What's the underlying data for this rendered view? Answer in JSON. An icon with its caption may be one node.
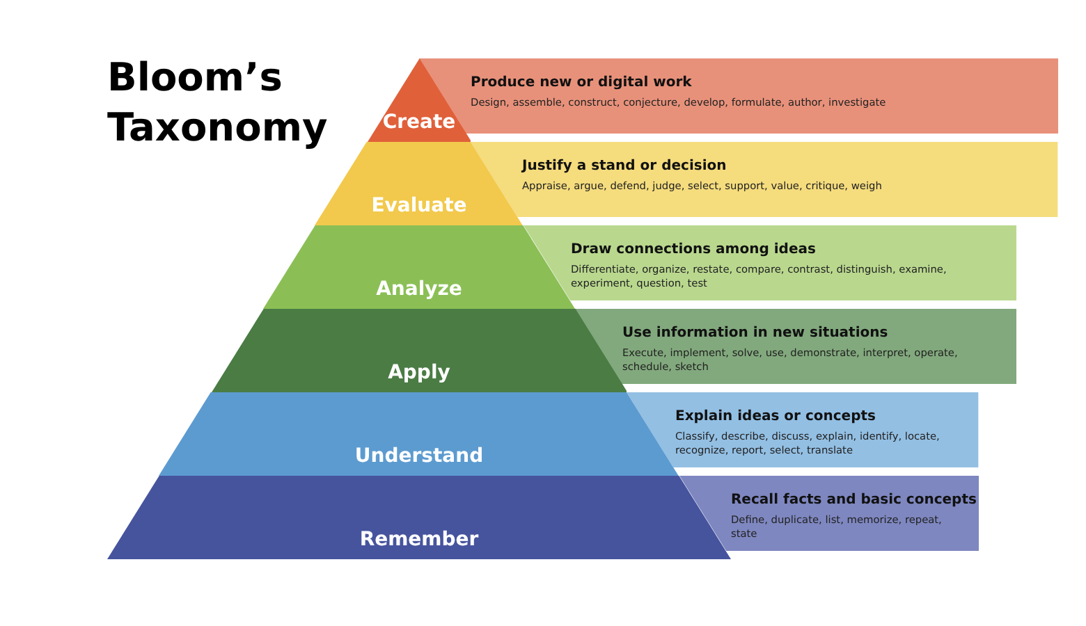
{
  "diagram": {
    "title": "Bloom’s Taxonomy",
    "nodes": [
      {
        "text": [
          "Create"
        ]
      },
      {
        "text": [
          "Produce new or digital work",
          "Design, assemble, construct, conjecture, develop, formulate, author, investigate"
        ]
      },
      {
        "text": [
          "Evaluate"
        ]
      },
      {
        "text": [
          "Justify a stand or decision",
          "Appraise, argue, defend, judge, select, support, value, critique, weigh"
        ]
      },
      {
        "text": [
          "Analyze"
        ]
      },
      {
        "text": [
          "Draw connections among ideas",
          "Differentiate, organize, restate, compare, contrast, distinguish, examine, experiment, question, test"
        ]
      },
      {
        "text": [
          "Apply"
        ]
      },
      {
        "text": [
          "Use information in new situations",
          "Execute, implement, solve, use, demonstrate, interpret, operate, schedule, sketch"
        ]
      },
      {
        "text": [
          "Understand"
        ]
      },
      {
        "text": [
          "Explain ideas or concepts",
          "Classify, describe, discuss, explain, identify, locate, recognize, report, select, translate"
        ]
      },
      {
        "text": [
          "Remember"
        ]
      },
      {
        "text": [
          "Recall facts and basic concepts",
          "Define, duplicate, list, memorize, repeat, state"
        ]
      }
    ]
  }
}
